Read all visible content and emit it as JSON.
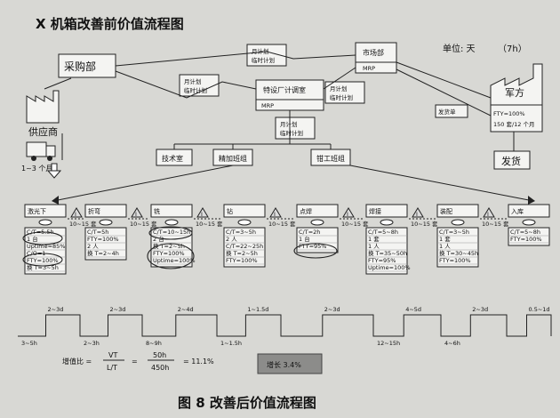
{
  "title": "X 机箱改善前价值流程图",
  "unit": {
    "label": "单位: 天",
    "value": "（7h）"
  },
  "entities": {
    "purchasing": "采购部",
    "supplier": "供应商",
    "supplier_cycle": "1~3 个月",
    "market": "市场部",
    "market_sub": "MRP",
    "dispatch": "特设厂计调室",
    "dispatch_sub": "MRP",
    "customer": "军方",
    "customer_stats": [
      "FTY=100%",
      "150 套/12 个月"
    ],
    "ship": "发货",
    "ship_note": "发货单"
  },
  "plan_notes": {
    "market_to_purchase": [
      "月计划",
      "临时计划"
    ],
    "dispatch_to_purchase": [
      "月计划",
      "临时计划"
    ],
    "market_to_dispatch": [
      "月计划",
      "临时计划"
    ],
    "dispatch_to_groups": [
      "月计划",
      "临时计划"
    ]
  },
  "groups": [
    "技术室",
    "精加班组",
    "钳工班组"
  ],
  "processes": [
    {
      "name": "激光下",
      "inventory": "10~15 套",
      "data": [
        "C/T=5.5h",
        "1 台",
        "Uptime=85%",
        "C/O=1",
        "FTY=100%",
        "换 T=3~5h"
      ]
    },
    {
      "name": "折弯",
      "inventory": "10~15 套",
      "data": [
        "C/T=5h",
        "FTY=100%",
        "2 人",
        "换 T=2~4h"
      ]
    },
    {
      "name": "铣",
      "inventory": "10~15 套",
      "data": [
        "C/T=10~15h",
        "2 台",
        "换 T=2~5h",
        "FTY=100%",
        "Uptime=100%"
      ]
    },
    {
      "name": "钻",
      "inventory": "10~15 套",
      "data": [
        "C/T=3~5h",
        "2 人",
        "C/T=22~25h",
        "换 T=2~5h",
        "FTY=100%"
      ]
    },
    {
      "name": "点焊",
      "inventory": "10~15 套",
      "data": [
        "C/T=2h",
        "1 台",
        "FTY=95%"
      ]
    },
    {
      "name": "焊接",
      "inventory": "10~15 套",
      "data": [
        "C/T=5~8h",
        "1 套",
        "1 人",
        "换 T=35~50h",
        "FTY=95%",
        "Uptime=100%"
      ]
    },
    {
      "name": "装配",
      "inventory": "10~15 套",
      "data": [
        "C/T=3~5h",
        "1 套",
        "1 人",
        "换 T=30~45h",
        "FTY=100%"
      ]
    },
    {
      "name": "入库",
      "inventory": "",
      "data": [
        "C/T=5~8h",
        "FTY=100%"
      ]
    }
  ],
  "timeline": {
    "upper": [
      "2~3d",
      "2~3d",
      "2~4d",
      "1~1.5d",
      "2~3d",
      "4~5d",
      "2~3d",
      "0.5~1d"
    ],
    "lower": [
      "3~5h",
      "2~3h",
      "8~9h",
      "1~1.5h",
      "",
      "12~15h",
      "4~6h",
      ""
    ]
  },
  "formula": {
    "label": "增值比 =",
    "lhs_num": "VT",
    "lhs_den": "L/T",
    "rhs_num": "50h",
    "rhs_den": "450h",
    "result": "= 11.1%"
  },
  "growth_badge": "增长 3.4%",
  "caption": "图 8   改善后价值流程图"
}
